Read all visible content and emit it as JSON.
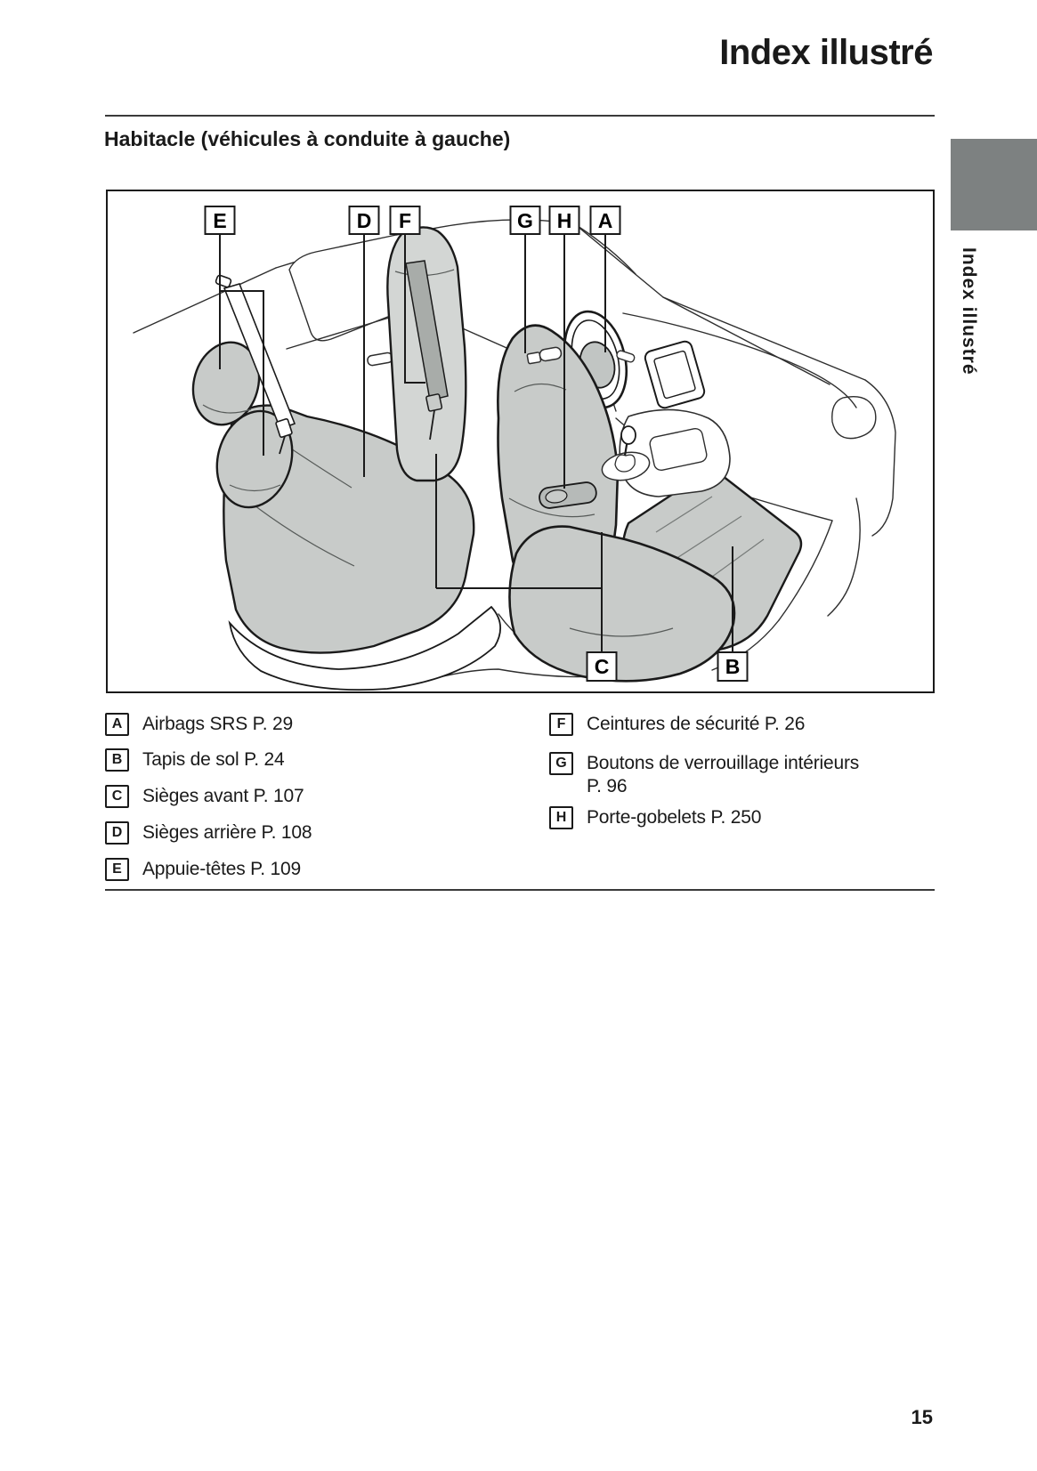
{
  "page": {
    "title": "Index illustré",
    "section_heading": "Habitacle (véhicules à conduite à gauche)",
    "page_number": "15"
  },
  "side_tab": {
    "label": "Index illustré",
    "color": "#7d8181"
  },
  "diagram": {
    "callouts": [
      {
        "letter": "E"
      },
      {
        "letter": "D"
      },
      {
        "letter": "F"
      },
      {
        "letter": "G"
      },
      {
        "letter": "H"
      },
      {
        "letter": "A"
      },
      {
        "letter": "C"
      },
      {
        "letter": "B"
      }
    ]
  },
  "legend": {
    "left": [
      {
        "key": "A",
        "lines": [
          "Airbags SRS P. 29"
        ]
      },
      {
        "key": "B",
        "lines": [
          "Tapis de sol P. 24"
        ]
      },
      {
        "key": "C",
        "lines": [
          "Sièges avant P. 107"
        ]
      },
      {
        "key": "D",
        "lines": [
          "Sièges arrière P. 108"
        ]
      },
      {
        "key": "E",
        "lines": [
          "Appuie-têtes P. 109"
        ]
      }
    ],
    "right": [
      {
        "key": "F",
        "lines": [
          "Ceintures de sécurité P. 26"
        ]
      },
      {
        "key": "G",
        "lines": [
          "Boutons de verrouillage intérieurs",
          "P. 96"
        ]
      },
      {
        "key": "H",
        "lines": [
          "Porte-gobelets P. 250"
        ]
      }
    ]
  },
  "colors": {
    "line": "#1a1a1a",
    "seat_gray": "#c8cbc9",
    "tab_gray": "#7d8181"
  }
}
